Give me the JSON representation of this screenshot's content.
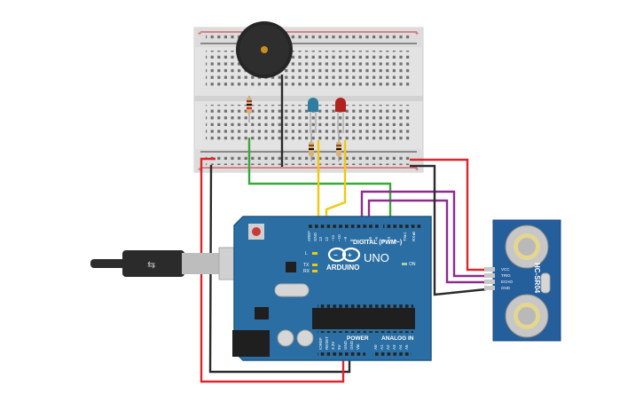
{
  "arduino": {
    "digital_header": "DIGITAL (PWM~)",
    "brand": "ARDUINO",
    "model": "UNO",
    "power_header": "POWER",
    "analog_header": "ANALOG IN",
    "on_label": "ON",
    "led_l": "L",
    "led_tx": "TX",
    "led_rx": "RX",
    "pin_aref": "AREF",
    "pin_gnd_top": "GND",
    "pin_13": "13",
    "pin_12": "12",
    "pin_11": "~11",
    "pin_10": "~10",
    "pin_9": "~9",
    "pin_8": "8",
    "pin_7": "7",
    "pin_6": "~6",
    "pin_5": "~5",
    "pin_4": "4",
    "pin_3": "~3",
    "pin_2": "2",
    "pin_1": "TX▸1",
    "pin_0": "RX◂0",
    "pin_ioref": "IOREF",
    "pin_reset": "RESET",
    "pin_3v3": "3.3V",
    "pin_5v": "5V",
    "pin_gnd1": "GND",
    "pin_gnd2": "GND",
    "pin_vin": "Vin",
    "pin_a0": "A0",
    "pin_a1": "A1",
    "pin_a2": "A2",
    "pin_a3": "A3",
    "pin_a4": "A4",
    "pin_a5": "A5"
  },
  "sensor": {
    "model": "HC-SR04",
    "pin_vcc": "VCC",
    "pin_trig": "TRIG",
    "pin_echo": "ECHO",
    "pin_gnd": "GND"
  },
  "colors": {
    "board_blue": "#2a6ea3",
    "wire_red": "#d9272d",
    "wire_black": "#2b2b2b",
    "wire_green": "#3aa83a",
    "wire_yellow": "#f2c80f",
    "wire_purple": "#8e2b8e",
    "led_blue": "#2f7ea1",
    "led_red": "#b1221f",
    "buzzer": "#262626"
  }
}
